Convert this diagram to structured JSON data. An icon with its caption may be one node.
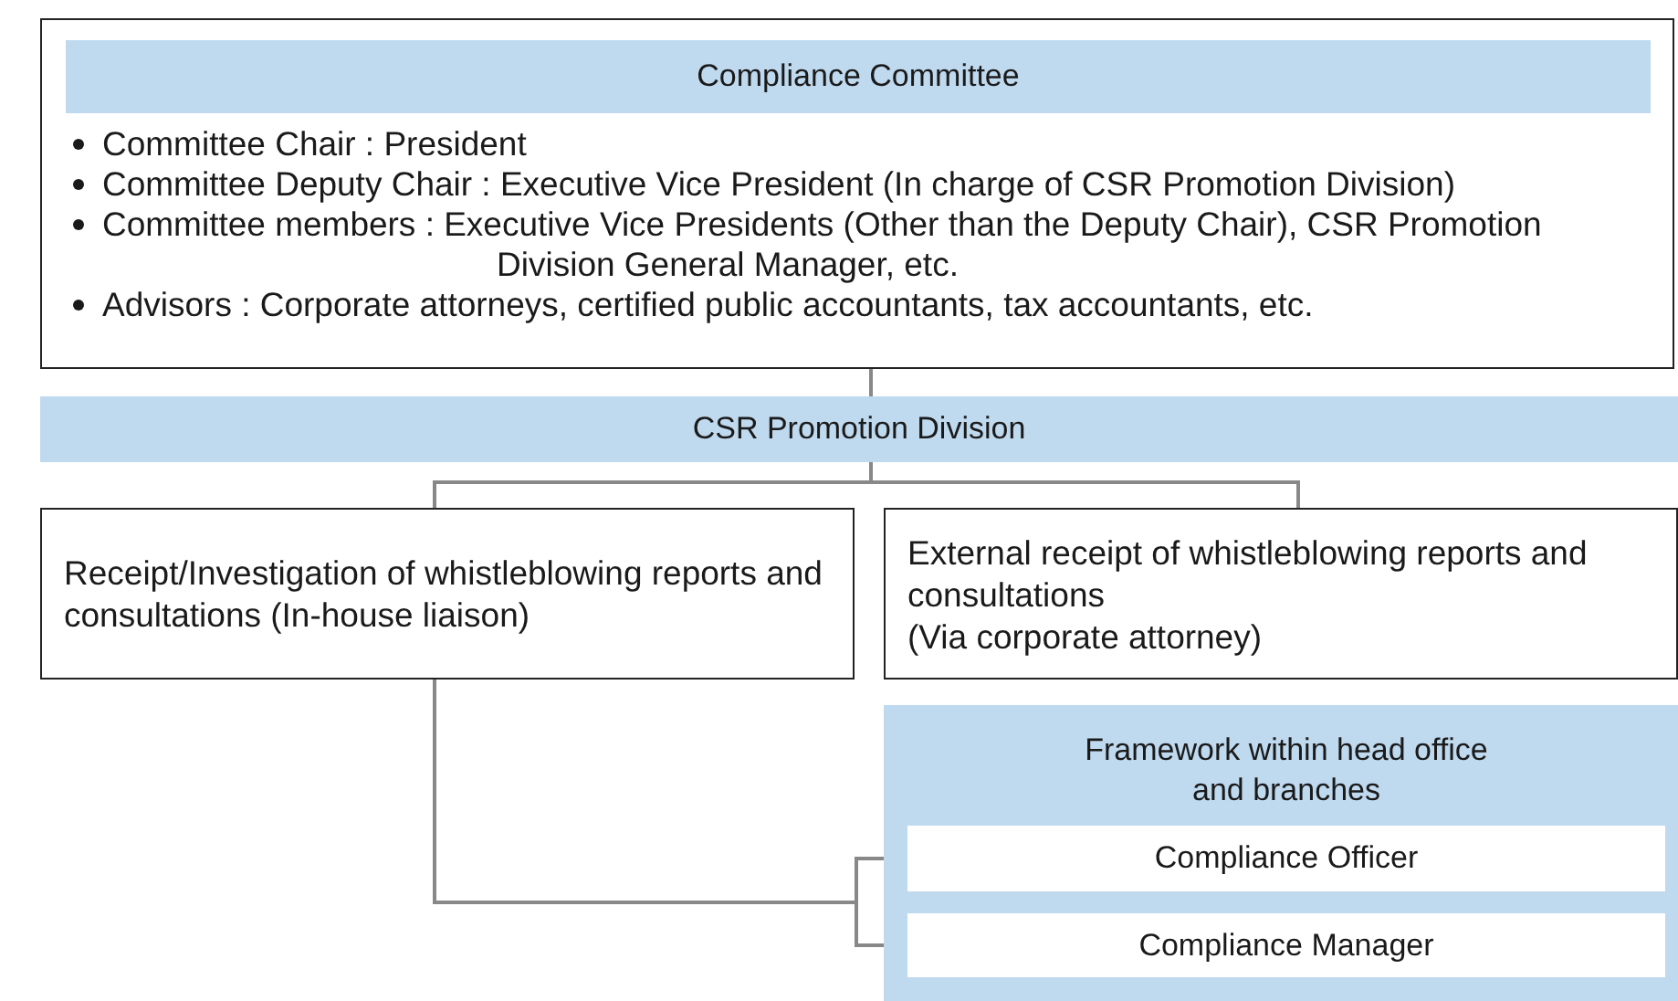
{
  "diagram": {
    "nodes": [
      {
        "text": [
          "Compliance Committee",
          "Committee Chair : President",
          "Committee Deputy Chair : Executive Vice President (In charge of CSR Promotion Division)",
          "Committee members : Executive Vice Presidents (Other than the Deputy Chair), CSR Promotion Division General Manager, etc.",
          "Advisors : Corporate attorneys, certified public accountants, tax accountants, etc."
        ]
      },
      {
        "text": [
          "CSR Promotion Division"
        ]
      },
      {
        "text": [
          "Receipt/Investigation of whistleblowing reports and consultations (In-house liaison)"
        ]
      },
      {
        "text": [
          "External receipt of whistleblowing reports and consultations",
          "(Via corporate attorney)"
        ]
      },
      {
        "text": [
          "Framework within head office and branches"
        ]
      },
      {
        "text": [
          "Compliance Officer"
        ],
        "in": 4
      },
      {
        "text": [
          "Compliance Manager"
        ],
        "in": 4
      }
    ],
    "edges": [
      {
        "from": 0,
        "to": 1,
        "arrow": "none"
      },
      {
        "from": 1,
        "to": 2,
        "arrow": "none"
      },
      {
        "from": 1,
        "to": 3,
        "arrow": "none"
      },
      {
        "from": 2,
        "to": 5,
        "arrow": "none"
      },
      {
        "from": 2,
        "to": 6,
        "arrow": "none"
      }
    ]
  }
}
